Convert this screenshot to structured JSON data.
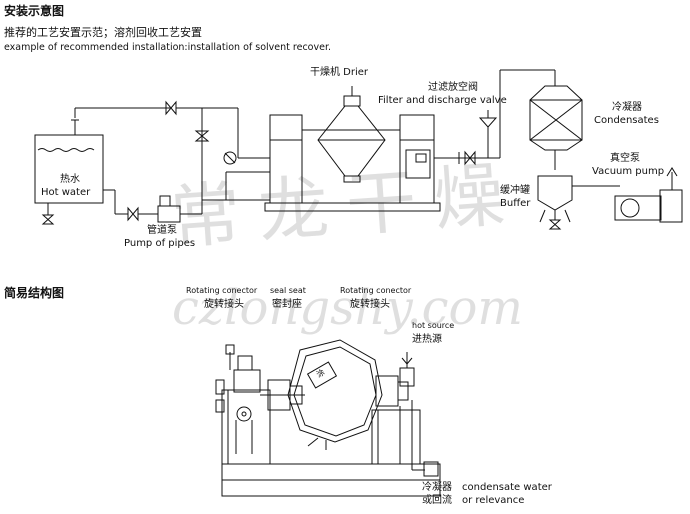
{
  "header": {
    "title": "安装示意图",
    "subtitle_cn": "推荐的工艺安置示范；溶剂回收工艺安置",
    "subtitle_en": "example of recommended installation:installation of solvent recover."
  },
  "installation": {
    "drier_label": "干燥机 Drier",
    "valve_cn": "过滤放空阀",
    "valve_en": "Filter and discharge valve",
    "condenser_cn": "冷凝器",
    "condenser_en": "Condensates",
    "vacuum_cn": "真空泵",
    "vacuum_en": "Vacuum pump",
    "buffer_cn": "缓冲罐",
    "buffer_en": "Buffer",
    "hotwater_cn": "热水",
    "hotwater_en": "Hot water",
    "pump_cn": "管道泵",
    "pump_en": "Pump of pipes"
  },
  "structure": {
    "title": "简易结构图",
    "rot_left_en": "Rotating conector",
    "rot_left_cn": "旋转接头",
    "seal_en": "seal seat",
    "seal_cn": "密封座",
    "rot_right_en": "Rotating conector",
    "rot_right_cn": "旋转接头",
    "heat_en": "hot source",
    "heat_cn": "进热源",
    "cond_cn_1": "冷凝器",
    "cond_cn_2": "或回流",
    "cond_en_1": "condensate water",
    "cond_en_2": "or relevance",
    "body_mark": "涂"
  },
  "watermark": {
    "cn": "常龙干燥",
    "en": "czlongshy.com"
  }
}
